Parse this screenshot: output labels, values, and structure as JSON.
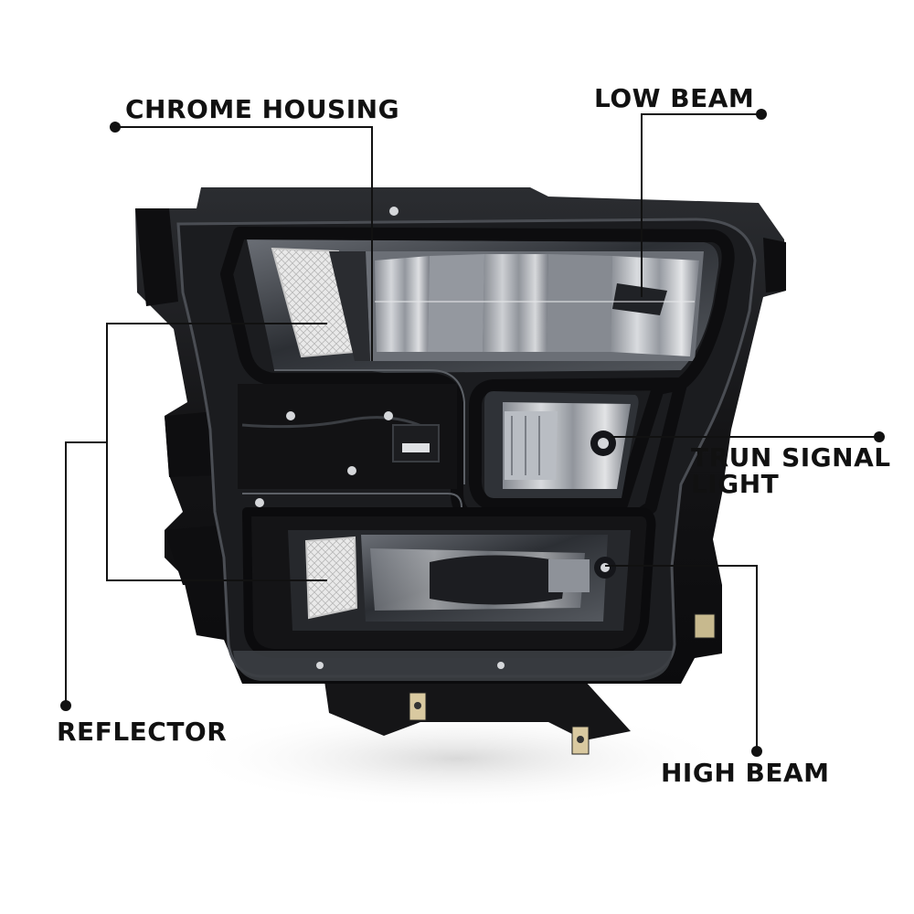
{
  "callouts": {
    "chrome_housing": "CHROME HOUSING",
    "low_beam": "LOW BEAM",
    "turn_signal_line1": "TRUN SIGNAL",
    "turn_signal_line2": "LIGHT",
    "reflector": "REFLECTOR",
    "high_beam": "HIGH BEAM"
  },
  "colors": {
    "label_text": "#111111",
    "leader_line": "#111111",
    "housing_dark": "#141416",
    "chrome_accent": "#c9ccd1",
    "lens_tint": "#3a3d42"
  },
  "image": {
    "subject": "headlight-assembly"
  }
}
